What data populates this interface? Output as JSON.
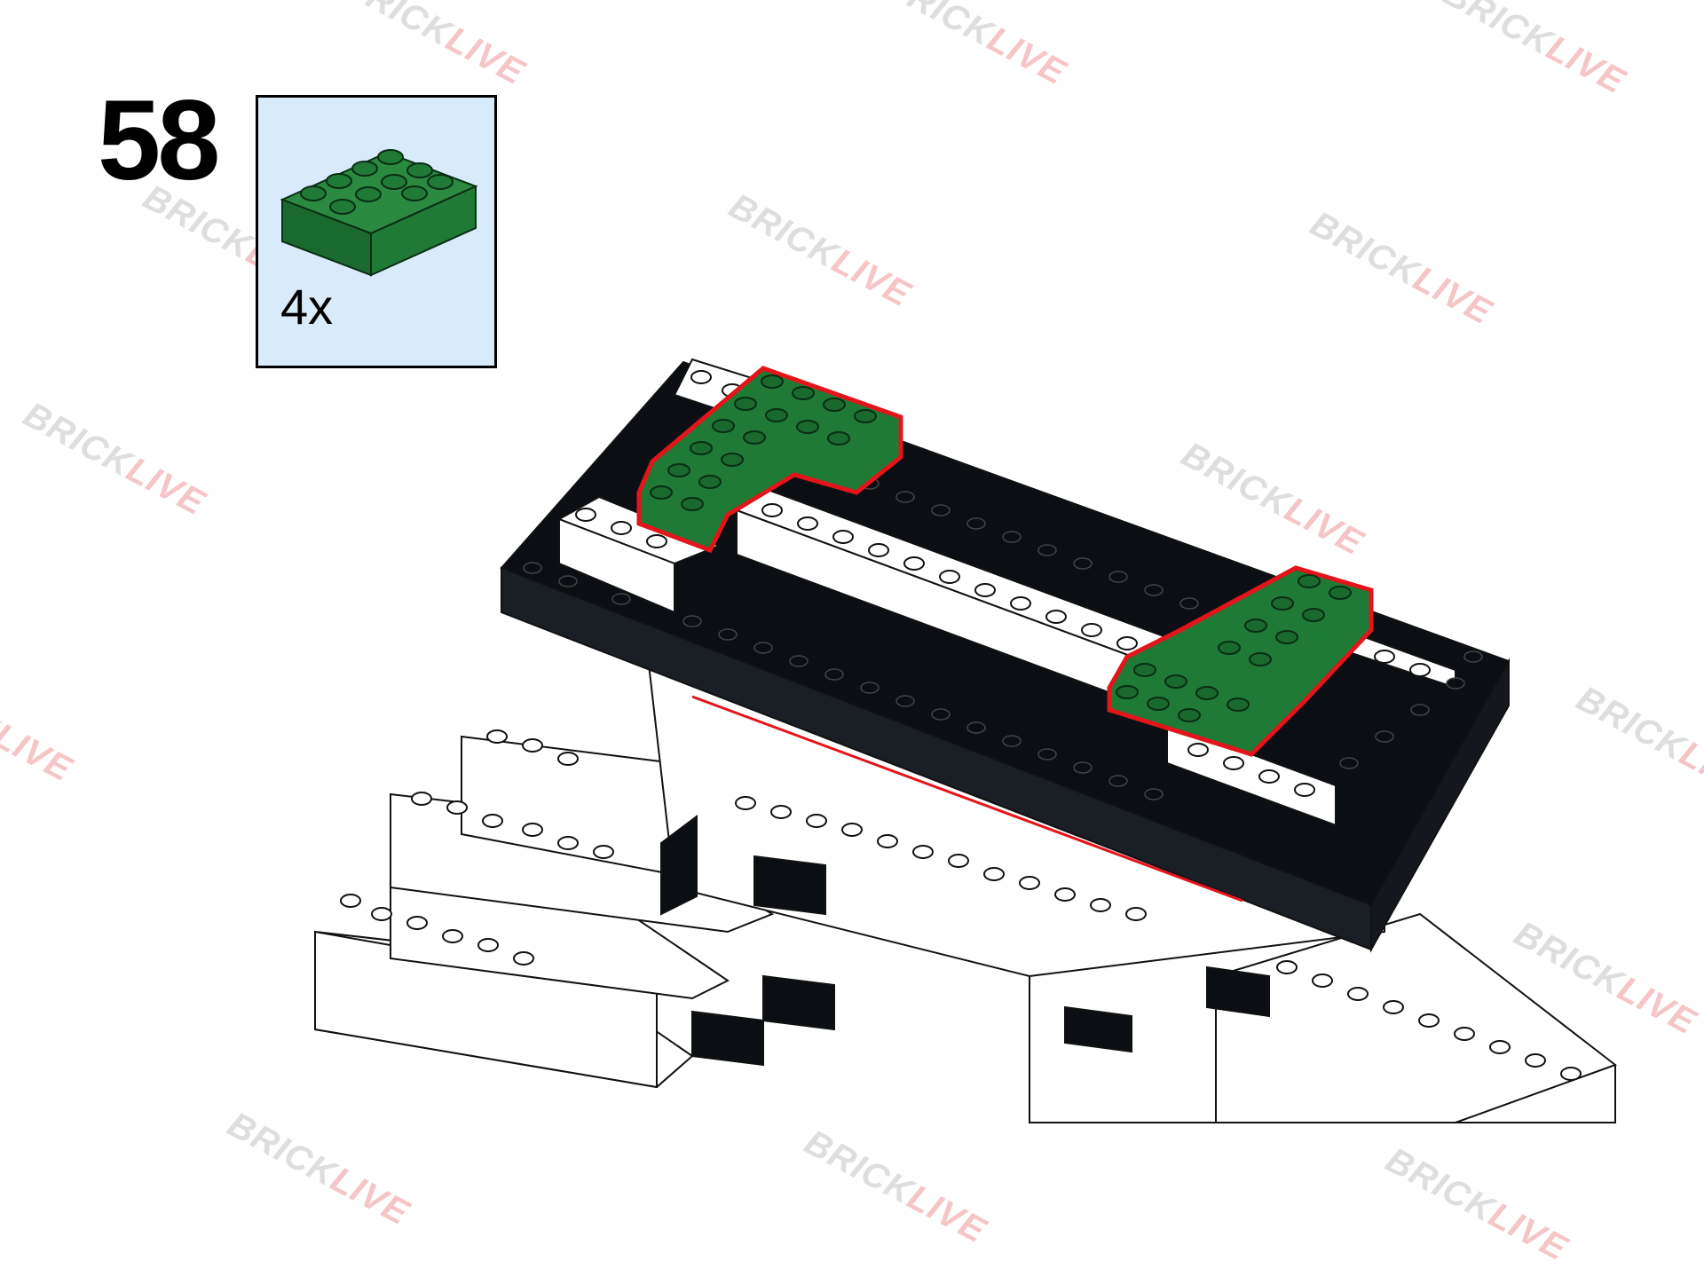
{
  "step": {
    "number": "58"
  },
  "parts": {
    "quantity": "4x",
    "brick": "2x4 brick",
    "brick_color": "#1f7a35"
  },
  "colors": {
    "highlight": "#e4141b",
    "white_brick": "#ffffff",
    "black_brick": "#0b0f14",
    "green_brick": "#1f7a35",
    "panel_bg": "#d7ebfb"
  },
  "watermark": {
    "part1": "BRICK",
    "part2": "LIVE"
  }
}
